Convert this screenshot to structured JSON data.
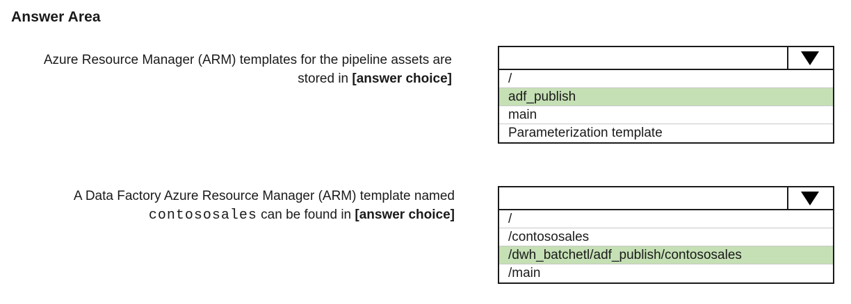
{
  "heading": "Answer Area",
  "questions": [
    {
      "line1": "Azure Resource Manager (ARM) templates for the pipeline assets are",
      "line2_prefix": "stored in ",
      "placeholder": "[answer choice]",
      "options": [
        "/",
        "adf_publish",
        "main",
        "Parameterization template"
      ],
      "selected_index": 1
    },
    {
      "line1": "A Data Factory Azure Resource Manager (ARM) template named",
      "code": "contososales",
      "line2_suffix": " can be found in ",
      "placeholder": "[answer choice]",
      "options": [
        "/",
        "/contososales",
        "/dwh_batchetl/adf_publish/contososales",
        "/main"
      ],
      "selected_index": 2
    }
  ],
  "colors": {
    "selected_bg": "#c5e0b5",
    "border": "#1a1a1a",
    "divider": "#c8c8c8"
  },
  "icons": {
    "dropdown": "triangle-down-icon"
  }
}
